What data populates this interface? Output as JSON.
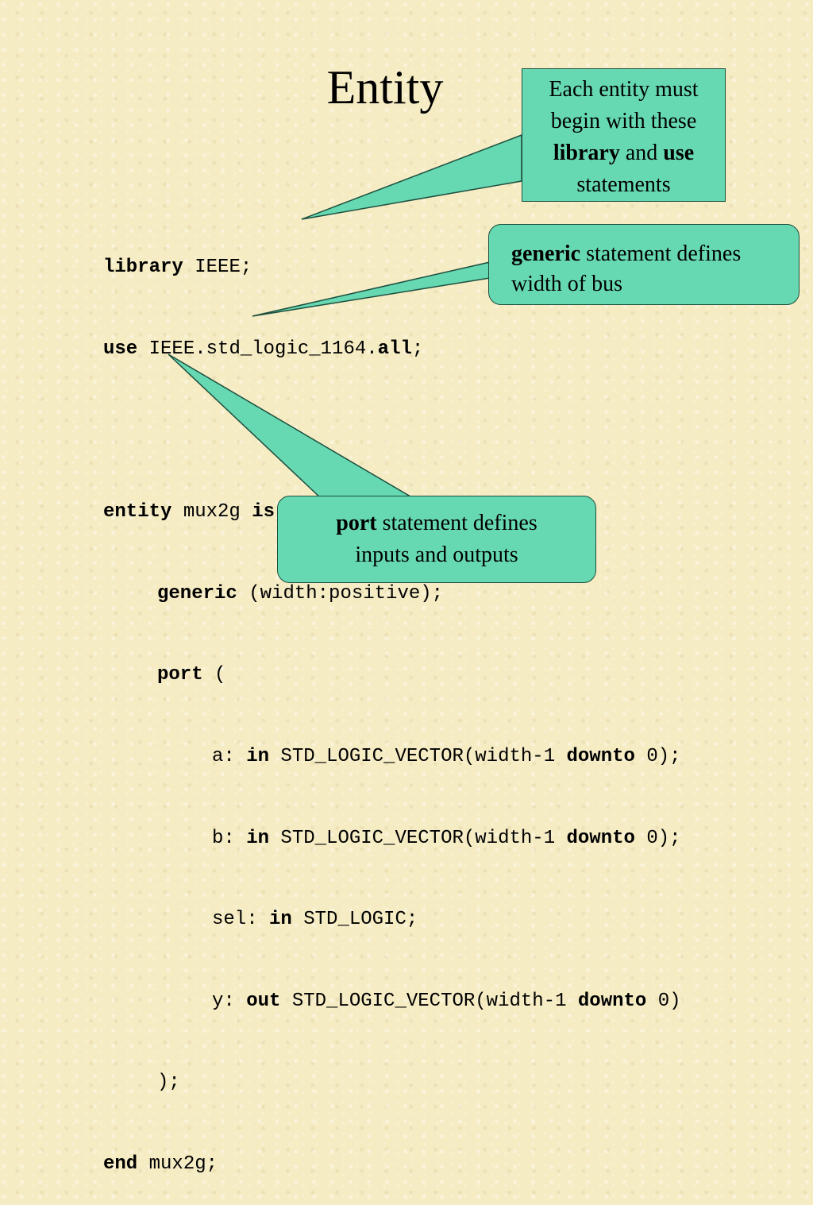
{
  "slide": {
    "title": "Entity"
  },
  "code": {
    "line1": {
      "kw": "library",
      "rest": " IEEE;"
    },
    "line2": {
      "kw": "use",
      "mid": " IEEE.std_logic_1164.",
      "kw2": "all",
      "end": ";"
    },
    "line4": {
      "kw": "entity",
      "mid": " mux2g ",
      "kw2": "is"
    },
    "line5": {
      "kw": "generic",
      "rest": " (width:positive);"
    },
    "line6": {
      "kw": "port",
      "rest": " ("
    },
    "line7": {
      "pre": "a: ",
      "kw": "in",
      "mid": " STD_LOGIC_VECTOR(width-1 ",
      "kw2": "downto",
      "end": " 0);"
    },
    "line8": {
      "pre": "b: ",
      "kw": "in",
      "mid": " STD_LOGIC_VECTOR(width-1 ",
      "kw2": "downto",
      "end": " 0);"
    },
    "line9": {
      "pre": "sel: ",
      "kw": "in",
      "rest": " STD_LOGIC;"
    },
    "line10": {
      "pre": "y: ",
      "kw": "out",
      "mid": " STD_LOGIC_VECTOR(width-1 ",
      "kw2": "downto",
      "end": " 0)"
    },
    "line11": {
      "text": ");"
    },
    "line12": {
      "kw": "end",
      "rest": " mux2g;"
    }
  },
  "callouts": {
    "library": {
      "line1": "Each entity must",
      "line2": "begin with these",
      "bold1": "library",
      "and": " and ",
      "bold2": "use",
      "line4": "statements"
    },
    "generic": {
      "bold": "generic",
      "rest": " statement defines",
      "line2": "width of bus"
    },
    "port": {
      "bold": "port",
      "rest": " statement defines",
      "line2": "inputs and outputs"
    }
  },
  "colors": {
    "background": "#f6ecc4",
    "callout_fill": "#66d9b2",
    "callout_border": "#1d4f3e"
  }
}
